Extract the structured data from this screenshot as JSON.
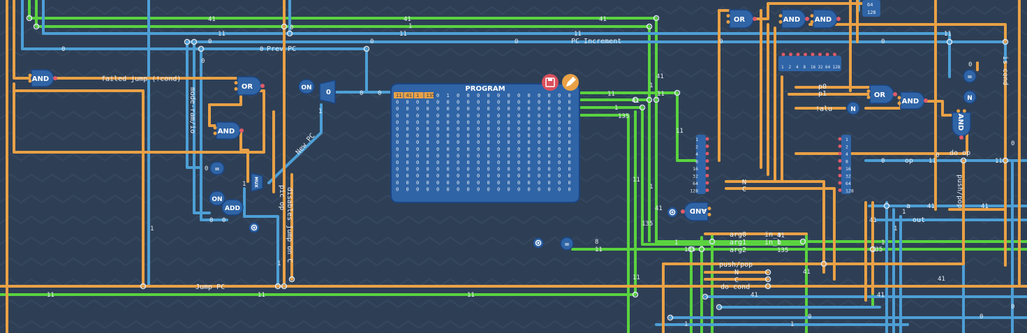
{
  "colors": {
    "background": "#2e3f55",
    "wire_orange": "#e9a146",
    "wire_blue": "#4d9fd6",
    "wire_green": "#5ad33f",
    "component": "#2f64a6",
    "pin_red": "#e05a6a"
  },
  "labels": {
    "failed_jump": "failed jump (!cond)",
    "prev_pc": "Prev PC",
    "pc_increment": "PC Increment",
    "new_pc": "New PC",
    "jump_pc": "Jump PC",
    "mode_ram_io": "mode-ram/io",
    "disables_jump": "disables jump on C",
    "pic_op": "pic op",
    "p0": "p0",
    "p1": "p1",
    "alu": "!alu",
    "do_op": "do op",
    "op": "op",
    "is_cond": "is cond",
    "push_pop": "push/pop",
    "push_pop_v": "push/pop",
    "n": "N",
    "c": "C",
    "do_cond": "do cond",
    "arg0": "arg0",
    "arg1": "arg1",
    "arg2": "arg2",
    "in_a": "in_a",
    "in_b": "in_b",
    "a": "a",
    "out": "out"
  },
  "gates": {
    "and": "AND",
    "or": "OR",
    "add": "ADD",
    "mux": "MUX",
    "on": "ON",
    "eq": "=",
    "n": "N"
  },
  "program": {
    "title": "PROGRAM",
    "header_values": [
      "11",
      "41",
      "1",
      "135"
    ],
    "first_row_rest": [
      "0",
      "1",
      "0",
      "0",
      "0",
      "0",
      "0",
      "0",
      "0",
      "0",
      "0",
      "0",
      "0",
      "0"
    ],
    "rows": 15,
    "cols": 18,
    "fill": "0",
    "delete_icon": "delete-icon",
    "edit_icon": "pencil-icon"
  },
  "decoder": {
    "bits": [
      "1",
      "2",
      "4",
      "8",
      "16",
      "32",
      "64",
      "128"
    ]
  },
  "wire_values": {
    "v41": "41",
    "v1": "1",
    "v11": "11",
    "v0": "0",
    "v135": "135",
    "v8": "8"
  }
}
